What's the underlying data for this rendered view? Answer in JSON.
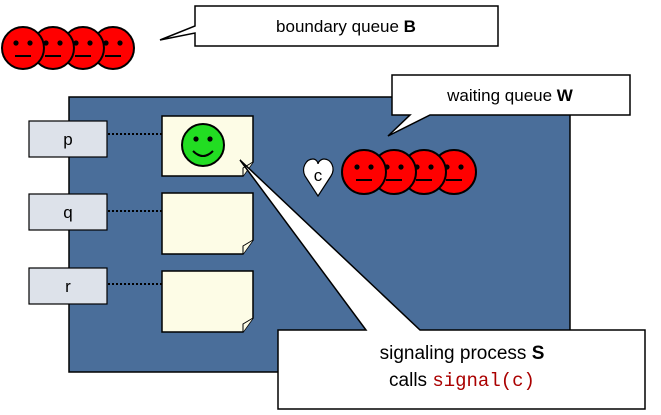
{
  "boundary_queue": {
    "label": "boundary queue ",
    "label_bold": "B",
    "face_count": 4,
    "face_color": "#ff0000"
  },
  "waiting_queue": {
    "label": "waiting queue ",
    "label_bold": "W",
    "face_count": 4,
    "face_color": "#ff0000"
  },
  "condition": {
    "label": "c"
  },
  "methods": [
    {
      "label": "p",
      "has_process": true
    },
    {
      "label": "q",
      "has_process": false
    },
    {
      "label": "r",
      "has_process": false
    }
  ],
  "active_process": {
    "face_color": "#22dd22"
  },
  "signal_note": {
    "line1": "signaling process ",
    "line1_bold": "S",
    "line2": "calls ",
    "line2_code": "signal(c)",
    "code_color": "#aa0000"
  },
  "colors": {
    "monitor": "#4a6e9a",
    "method_box": "#dde2ea",
    "note_bg": "#fdfce6"
  }
}
